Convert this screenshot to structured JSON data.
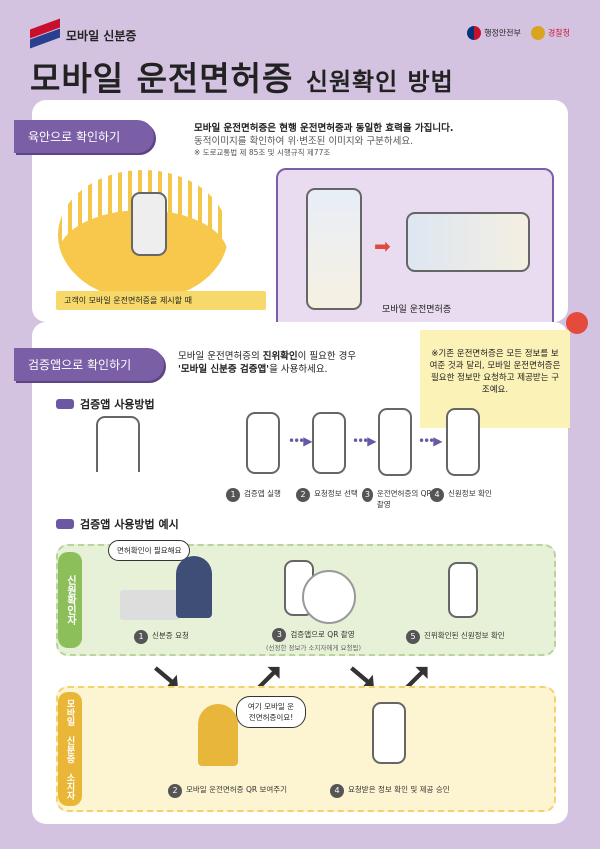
{
  "brand": {
    "name": "모바일 신분증"
  },
  "agencies": {
    "mois": "행정안전부",
    "police": "경찰청"
  },
  "title": {
    "main": "모바일 운전면허증",
    "sub": "신원확인 방법"
  },
  "visual": {
    "tab": "육안으로 확인하기",
    "desc1": "모바일 운전면허증은 현행 운전면허증과 동일한 효력을 가집니다.",
    "desc2": "동적이미지를 확인하여 위·변조된 이미지와 구분하세요.",
    "law": "※ 도로교통법 제 85조 및 시행규칙 제77조",
    "caption": "고객이 모바일 운전면허증을 제시할 때",
    "license_label": "모바일 운전면허증"
  },
  "app": {
    "tab": "검증앱으로 확인하기",
    "desc1_pre": "모바일 운전면허증의 ",
    "desc1_bold": "진위확인",
    "desc1_post": "이 필요한 경우",
    "desc2_bold": "'모바일 신분증 검증앱'",
    "desc2_post": "을 사용하세요.",
    "note": "※기존 운전면허증은 모든 정보를 보여준 것과 달리, 모바일 운전면허증은 필요한 정보만 요청하고 제공받는 구조예요."
  },
  "howto": {
    "title": "검증앱 사용방법",
    "steps": [
      {
        "num": "1",
        "label": "검증앱 실행"
      },
      {
        "num": "2",
        "label": "요청정보 선택"
      },
      {
        "num": "3",
        "label": "운전면허증의 QR 촬영"
      },
      {
        "num": "4",
        "label": "신원정보 확인"
      }
    ]
  },
  "example": {
    "title": "검증앱 사용방법 예시",
    "verifier": "신원확인자",
    "holder": "모바일 신분증 소지자",
    "bubble_verifier": "면허확인이 필요해요",
    "bubble_holder": "여기 모바일 운전면허증이요!",
    "steps": [
      {
        "num": "1",
        "label": "신분증 요청"
      },
      {
        "num": "3",
        "label": "검증앱으로 QR 촬영",
        "note": "(선정한 정보가 소지자에게 요청됨)"
      },
      {
        "num": "5",
        "label": "진위확인된 신원정보 확인"
      },
      {
        "num": "2",
        "label": "모바일 운전면허증 QR 보여주기"
      },
      {
        "num": "4",
        "label": "요청받은 정보 확인 및 제공 승인"
      }
    ]
  },
  "colors": {
    "bg": "#d4c3e0",
    "accent": "#7b5fa6",
    "green_zone": "#e6f1d7",
    "yellow_zone": "#fdf4d2",
    "note": "#fbf2b8"
  }
}
